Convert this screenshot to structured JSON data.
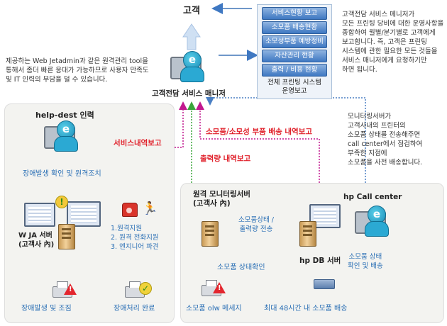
{
  "top": {
    "customer": "고객"
  },
  "menu": {
    "items": [
      "서비스현황 보고",
      "소모품 배송현황",
      "소모성부품 예방정비",
      "자산관리 현황",
      "출력 / 비용 현황"
    ],
    "footer": "전체 프린팅 시스템\n운영보고"
  },
  "notes": {
    "left_intro": "제공하는 Web Jetadmin과 같은 원격관리 tool을\n통해서 좀더 빠른 응대가 가능하므로 사용자 만족도\n및 IT 인력의 부담을 덜 수 있습니다.",
    "right_manager": "고객전담 서비스 메니저가\n모든 프린팅 당비에 대한 운영사항을\n종합하여 월별/분기별로 고객에게\n보고합니다. 즉, 고객은 프린팅\n시스템에 관한 필요한 모든 것들을\n서비스 매니저에게 요청하기만\n하면 됩니다.",
    "right_monitoring": "모니터링서버가\n고객사내의 프린터의\n소모품 상태를 전송해주면\ncall center에서 점검하여\n부족한 지점에\n소모품을 사전 배송합니다."
  },
  "nodes": {
    "manager": "고객전담 서비스 매니저",
    "helpdesk": "help-dest 인력",
    "wja_server": "W JA 서버\n(고객사 內)",
    "remote_server": "원격 모니터링서버\n(고객사 內)",
    "callcenter": "hp Call center",
    "db_server": "hp DB 서버"
  },
  "labels": {
    "service_report": "서비스내역보고",
    "supply_delivery_report": "소모품/소모성 부품 배송 내역보고",
    "output_report": "출력량 내역보고",
    "fault_remote": "장애발생 확인 및 원격조치",
    "support_steps": "1.원격지원\n2. 원격 전화지원\n3. 엔지니어 파견",
    "fault_occur": "장애발생 및 조짐",
    "fault_done": "장애처리 완료",
    "supply_status_send": "소모품상태 /\n출력량 전송",
    "supply_check": "소모품 상태확인",
    "supply_status_delivery": "소모품 상태\n확인 및 배송",
    "supply_message": "소모품 olw 메세지",
    "delivery_48h": "최대 48시간 내 소모품 배송"
  },
  "colors": {
    "blue_text": "#2a6fb5",
    "red_text": "#e0202a",
    "magenta_line": "#c2188f",
    "green_line": "#3aa53a",
    "blue_line": "#3f78c2"
  }
}
